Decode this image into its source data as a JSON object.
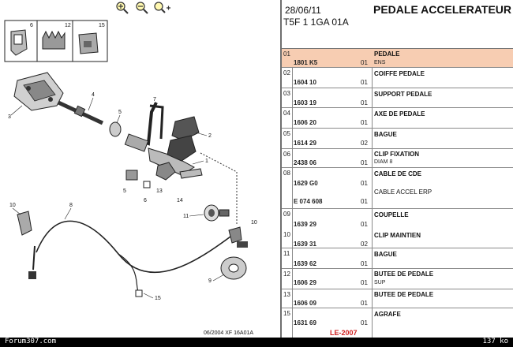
{
  "header": {
    "date": "28/06/11",
    "title": "PEDALE ACCELERATEUR",
    "model": "T5F 1 1GA 01A"
  },
  "toolbar": {
    "zoom_in": "zoom-in-icon",
    "zoom_out": "zoom-out-icon",
    "pan": "pan-zoom-icon"
  },
  "diagram": {
    "inset_labels": [
      "6",
      "12",
      "15"
    ],
    "callouts": [
      "4",
      "3",
      "5",
      "7",
      "2",
      "1",
      "5",
      "13",
      "6",
      "14",
      "10",
      "8",
      "11",
      "10",
      "9",
      "15"
    ],
    "footer_ref": "06/2004 XF 16A01A"
  },
  "parts": [
    {
      "num": "01",
      "ref": "1801 K5",
      "qty": "01",
      "desc": "PEDALE",
      "sub": "ENS"
    },
    {
      "num": "02",
      "ref": "1604 10",
      "qty": "01",
      "desc": "COIFFE PEDALE",
      "sub": ""
    },
    {
      "num": "03",
      "ref": "1603 19",
      "qty": "01",
      "desc": "SUPPORT PEDALE",
      "sub": ""
    },
    {
      "num": "04",
      "ref": "1606 20",
      "qty": "01",
      "desc": "AXE DE PEDALE",
      "sub": ""
    },
    {
      "num": "05",
      "ref": "1614 29",
      "qty": "02",
      "desc": "BAGUE",
      "sub": ""
    },
    {
      "num": "06",
      "ref": "2438 06",
      "qty": "01",
      "desc": "CLIP FIXATION",
      "sub": "DIAM 8"
    },
    {
      "num": "08",
      "ref": "1629 G0",
      "qty": "01",
      "desc": "CABLE DE CDE",
      "sub": ""
    },
    {
      "num": "",
      "ref": "E 074 608",
      "qty": "01",
      "desc": "CABLE ACCEL ERP",
      "sub": ""
    },
    {
      "num": "09",
      "ref": "1639 29",
      "qty": "01",
      "desc": "COUPELLE",
      "sub": ""
    },
    {
      "num": "10",
      "ref": "1639 31",
      "qty": "02",
      "desc": "CLIP MAINTIEN",
      "sub": ""
    },
    {
      "num": "11",
      "ref": "1639 62",
      "qty": "01",
      "desc": "BAGUE",
      "sub": ""
    },
    {
      "num": "12",
      "ref": "1606 29",
      "qty": "01",
      "desc": "BUTEE DE PEDALE",
      "sub": "SUP"
    },
    {
      "num": "13",
      "ref": "1606 09",
      "qty": "01",
      "desc": "BUTEE DE PEDALE",
      "sub": ""
    },
    {
      "num": "15",
      "ref": "1631 69",
      "qty": "01",
      "desc": "AGRAFE",
      "sub": ""
    }
  ],
  "footer_red": "LE-2007",
  "status": {
    "left": "Forum307.com",
    "right": "137 ko"
  },
  "colors": {
    "selected_row": "#f7cdb2",
    "status_bar": "#000000",
    "red_text": "#d02020"
  }
}
